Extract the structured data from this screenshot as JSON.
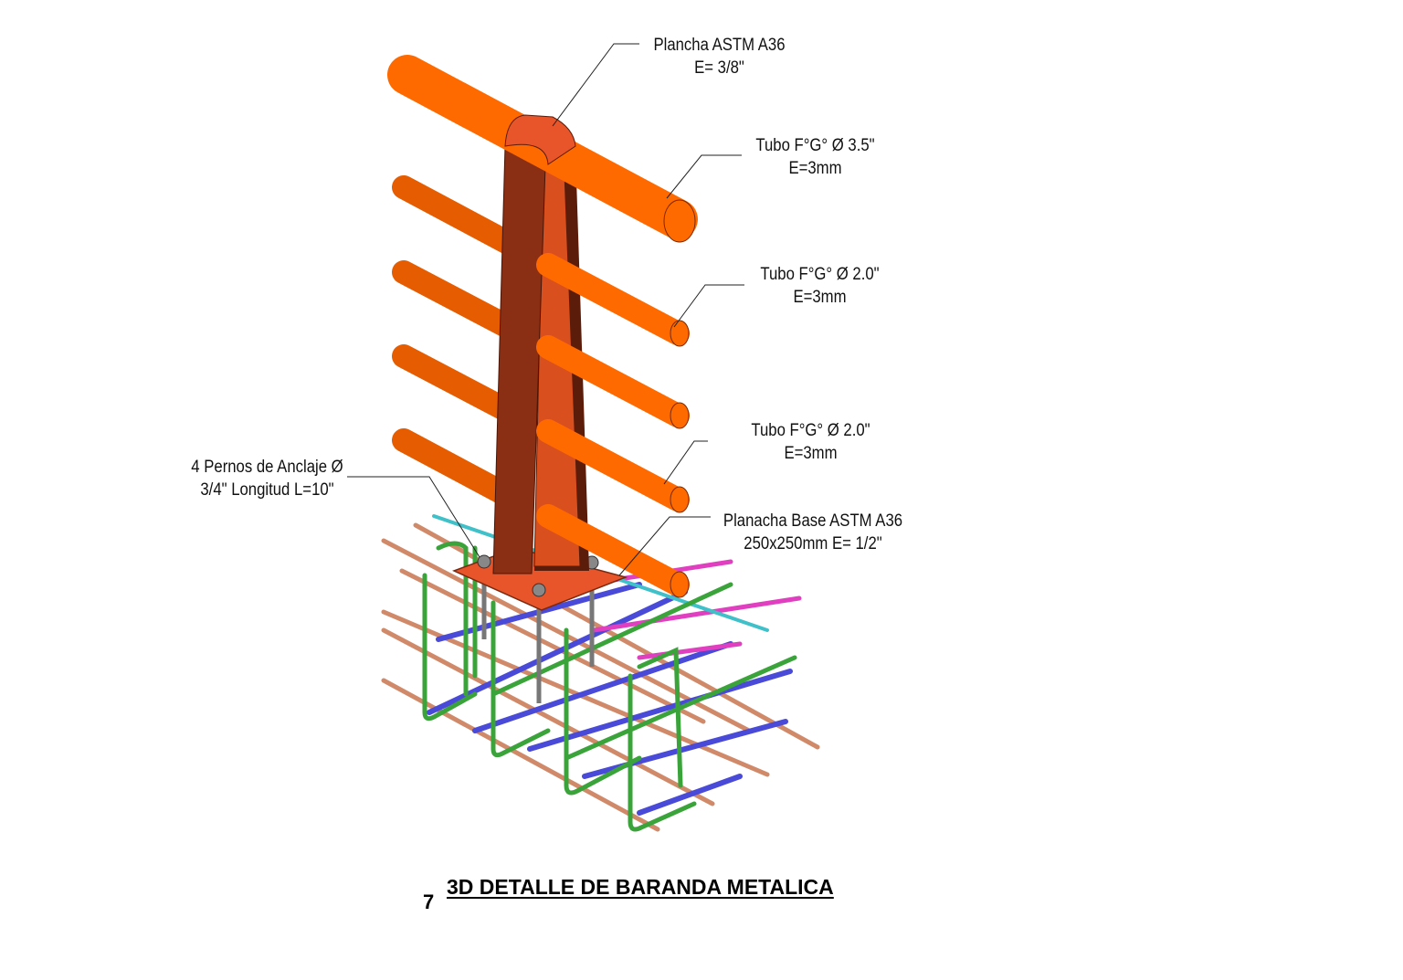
{
  "title": "3D DETALLE DE BARANDA METALICA",
  "detail_number": "7",
  "labels": {
    "plancha": {
      "line1": "Plancha  ASTM A36",
      "line2": "E= 3/8\""
    },
    "tubo_35": {
      "line1": "Tubo F°G° Ø 3.5\"",
      "line2": "E=3mm"
    },
    "tubo_20_a": {
      "line1": "Tubo F°G° Ø 2.0\"",
      "line2": "E=3mm"
    },
    "tubo_20_b": {
      "line1": "Tubo F°G° Ø 2.0\"",
      "line2": "E=3mm"
    },
    "pernos": {
      "line1": "4 Pernos de Anclaje Ø",
      "line2": "3/4\" Longitud L=10\""
    },
    "base": {
      "line1": "Planacha Base ASTM A36",
      "line2": "250x250mm E= 1/2\""
    }
  },
  "colors": {
    "tube": "#ff6a00",
    "post": "#8a2e14",
    "post_light": "#d9501e",
    "rebar_blue": "#4a4ad8",
    "rebar_green": "#3aa33a",
    "rebar_copper": "#d08a6a",
    "rebar_pink": "#e040c0",
    "rebar_cyan": "#40c0c8"
  }
}
